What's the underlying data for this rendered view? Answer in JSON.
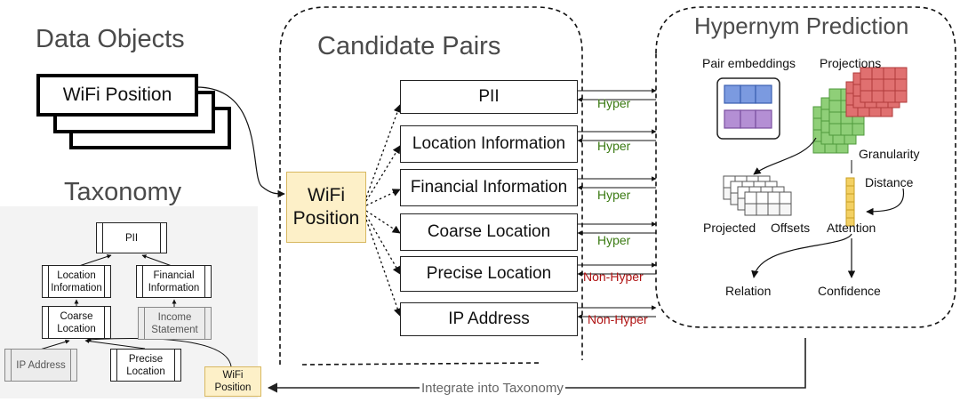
{
  "titles": {
    "data_objects": "Data Objects",
    "taxonomy": "Taxonomy",
    "candidate_pairs": "Candidate Pairs",
    "hypernym_prediction": "Hypernym Prediction"
  },
  "data_object": "WiFi Position",
  "query_node": "WiFi Position",
  "candidates": [
    {
      "label": "PII",
      "relation": "Hyper"
    },
    {
      "label": "Location Information",
      "relation": "Hyper"
    },
    {
      "label": "Financial Information",
      "relation": "Hyper"
    },
    {
      "label": "Coarse Location",
      "relation": "Hyper"
    },
    {
      "label": "Precise Location",
      "relation": "Non-Hyper"
    },
    {
      "label": "IP Address",
      "relation": "Non-Hyper"
    }
  ],
  "taxonomy_nodes": {
    "pii": "PII",
    "location_information": "Location Information",
    "financial_information": "Financial Information",
    "coarse_location": "Coarse Location",
    "income_statement": "Income Statement",
    "ip_address": "IP Address",
    "precise_location": "Precise Location",
    "new_node": "WiFi Position"
  },
  "prediction": {
    "pair_embeddings": "Pair embeddings",
    "projections": "Projections",
    "granularity": "Granularity",
    "distance": "Distance",
    "projected": "Projected",
    "offsets": "Offsets",
    "attention": "Attention",
    "relation": "Relation",
    "confidence": "Confidence"
  },
  "integrate_label": "Integrate into Taxonomy",
  "colors": {
    "hyper": "#3a7a12",
    "non_hyper": "#b01414",
    "highlight_fill": "#fdf0c8",
    "highlight_border": "#d8b860",
    "embed_blue": "#6f8fd8",
    "embed_purple": "#a880c8",
    "proj_red": "#e07070",
    "proj_green": "#8fcf78",
    "offset_grey": "#888888",
    "attention_yellow": "#f3d063"
  }
}
